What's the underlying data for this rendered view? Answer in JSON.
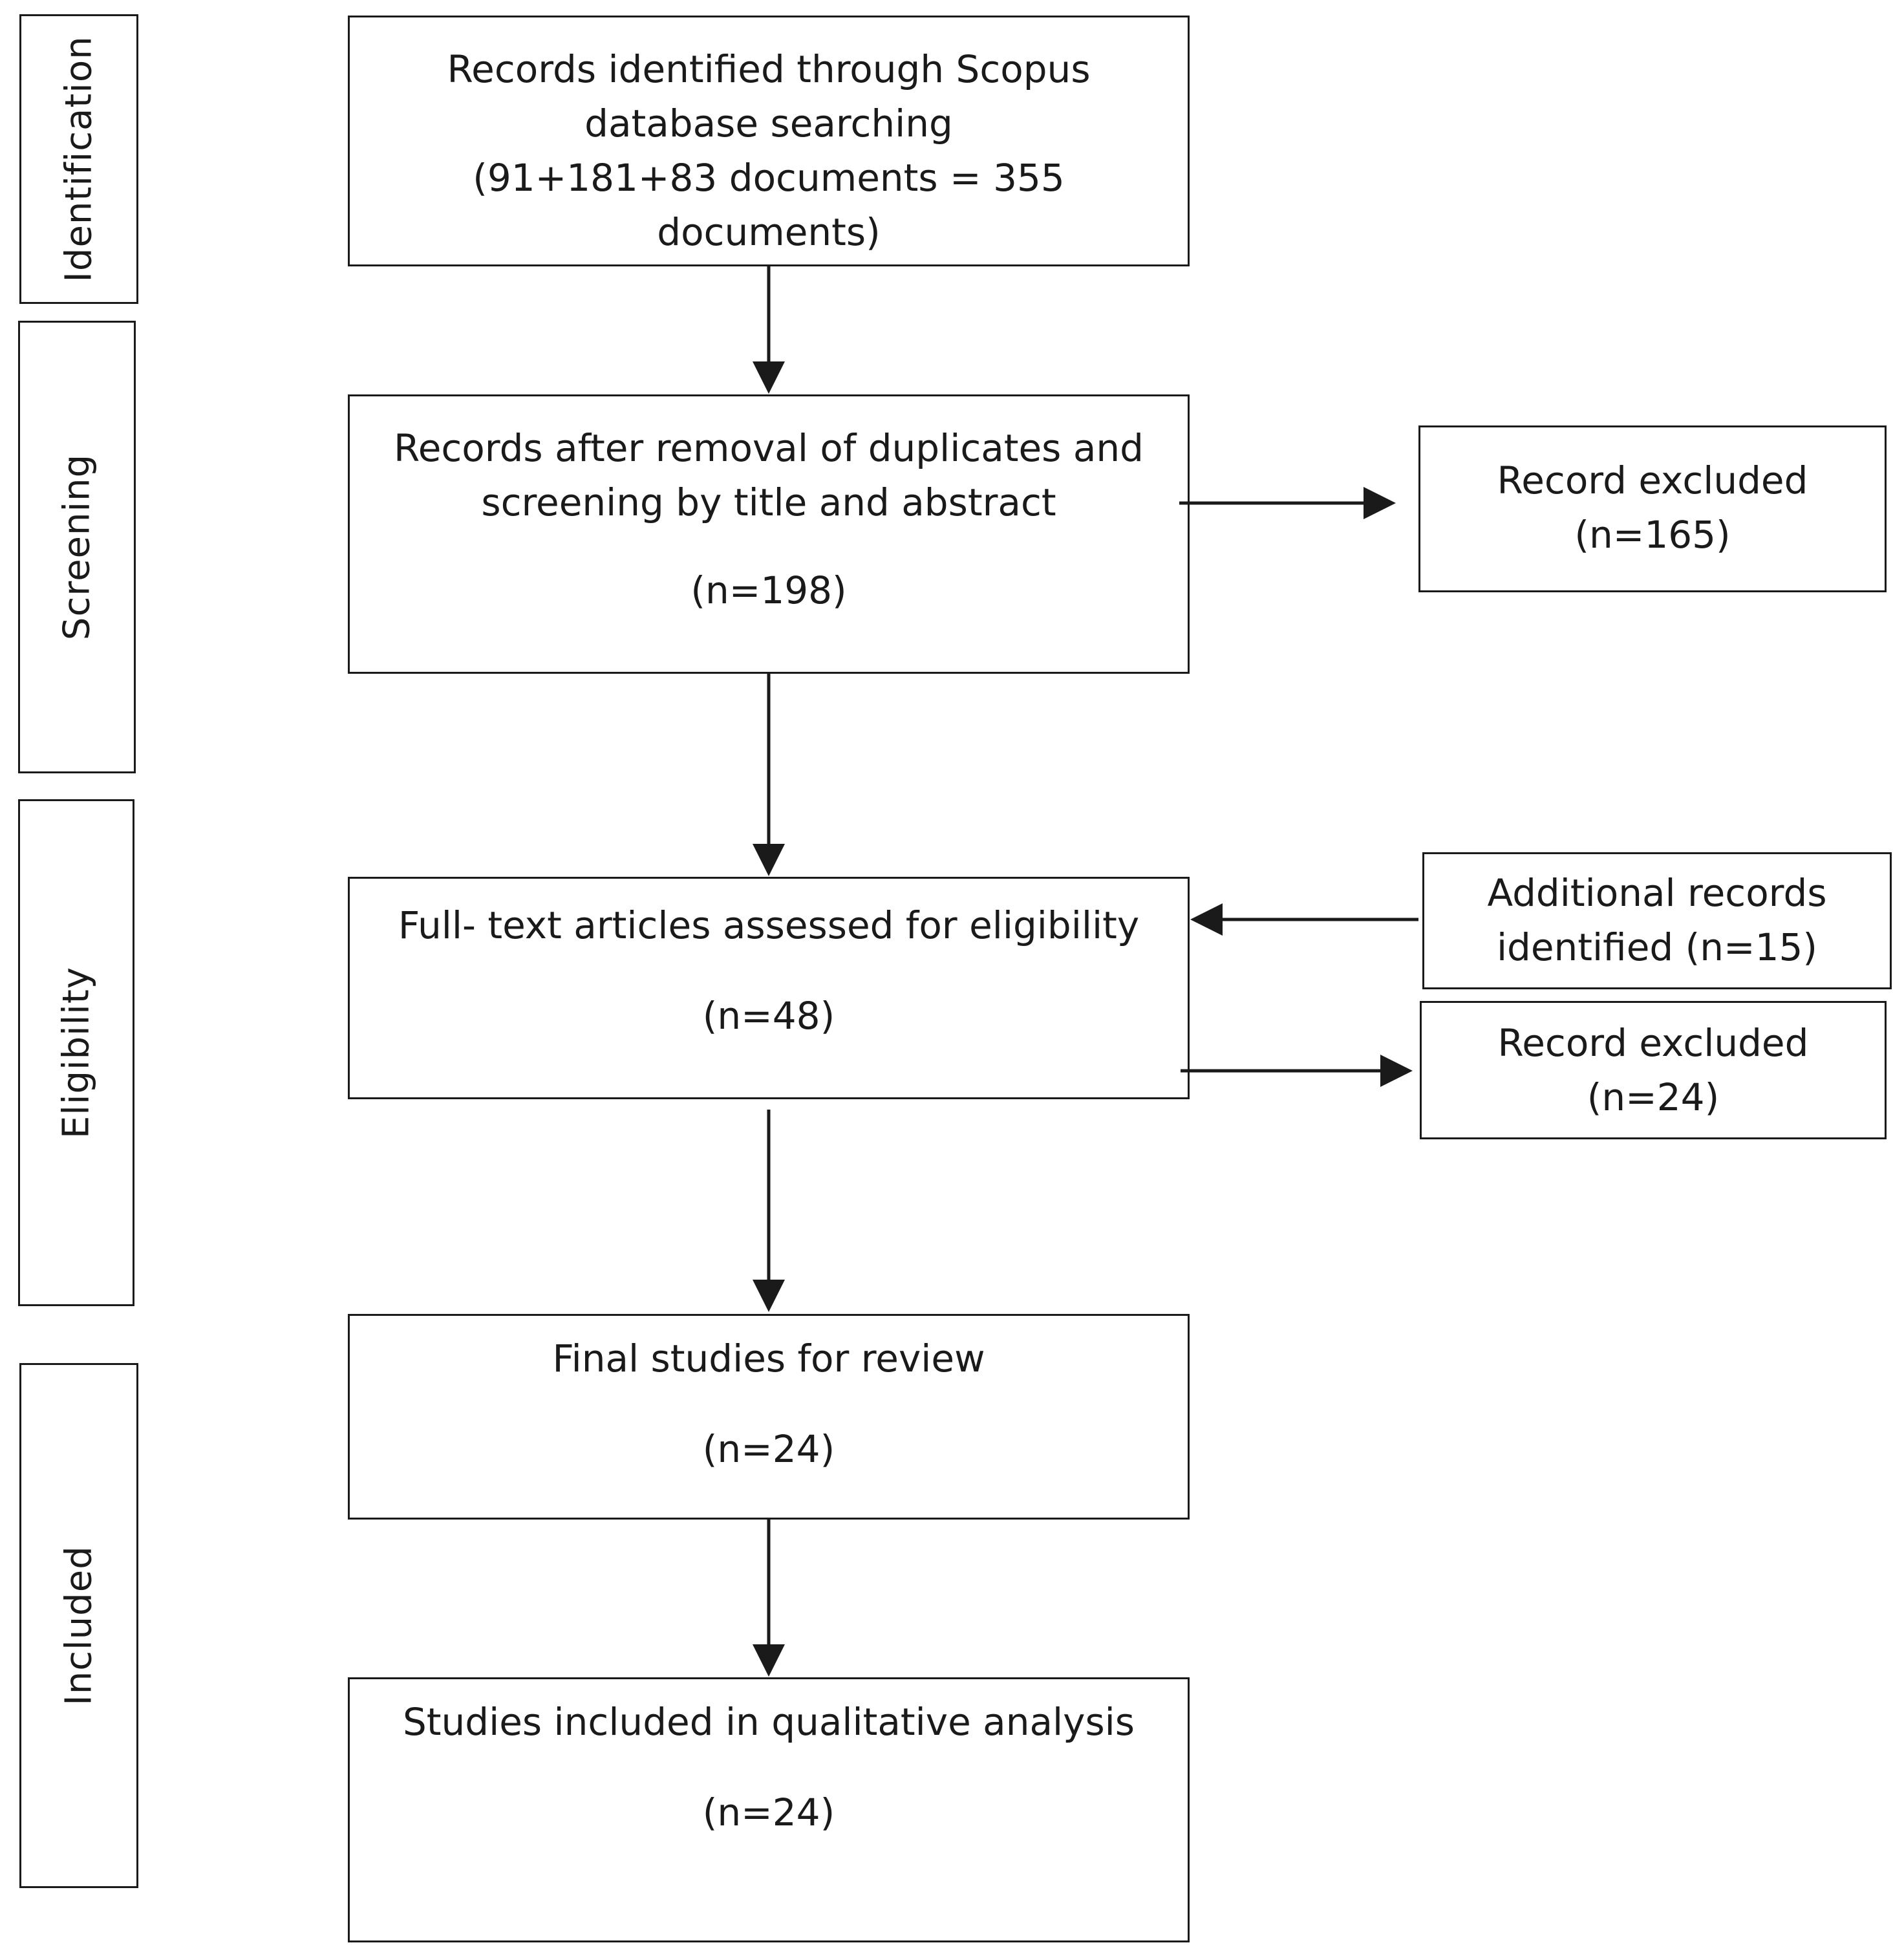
{
  "stages": {
    "identification": "Identification",
    "screening": "Screening",
    "eligibility": "Eligibility",
    "included": "Included"
  },
  "boxes": {
    "identified": {
      "title": "Records identified through Scopus\ndatabase searching\n(91+181+83 documents = 355\ndocuments)"
    },
    "screened": {
      "title": "Records after removal of duplicates and\nscreening by title and abstract",
      "count": "(n=198)"
    },
    "excluded_screening": {
      "title": "Record excluded",
      "count": "(n=165)"
    },
    "full_text": {
      "title": "Full- text articles assessed for eligibility",
      "count": "(n=48)"
    },
    "additional": {
      "title": "Additional records\nidentified (n=15)"
    },
    "excluded_eligibility": {
      "title": "Record excluded",
      "count": "(n=24)"
    },
    "final": {
      "title": "Final studies for review",
      "count": "(n=24)"
    },
    "qualitative": {
      "title": "Studies included in qualitative analysis",
      "count": "(n=24)"
    }
  }
}
